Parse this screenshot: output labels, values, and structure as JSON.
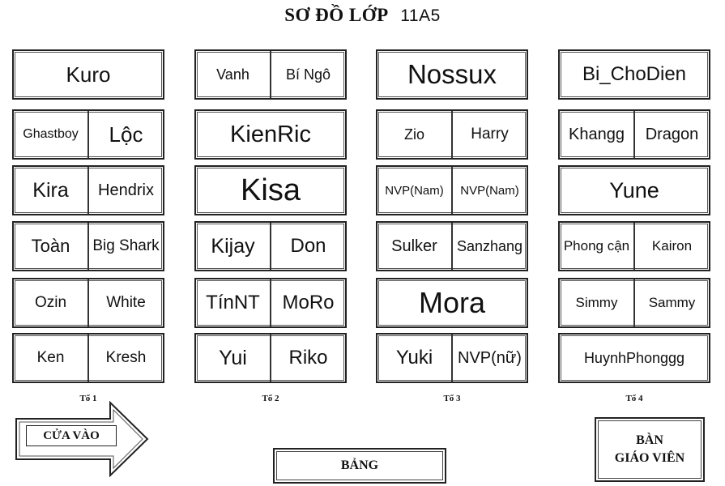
{
  "title": {
    "main": "SƠ ĐỒ LỚP",
    "class_name": "11A5"
  },
  "groups": [
    {
      "label": "Tổ 1",
      "desks": [
        {
          "seats": [
            {
              "name": "Kuro",
              "size": 26
            }
          ]
        },
        {
          "seats": [
            {
              "name": "Ghastboy",
              "size": 16
            },
            {
              "name": "Lộc",
              "size": 26
            }
          ]
        },
        {
          "seats": [
            {
              "name": "Kira",
              "size": 25
            },
            {
              "name": "Hendrix",
              "size": 20
            }
          ]
        },
        {
          "seats": [
            {
              "name": "Toàn",
              "size": 22
            },
            {
              "name": "Big Shark",
              "size": 19
            }
          ]
        },
        {
          "seats": [
            {
              "name": "Ozin",
              "size": 19
            },
            {
              "name": "White",
              "size": 19
            }
          ]
        },
        {
          "seats": [
            {
              "name": "Ken",
              "size": 19
            },
            {
              "name": "Kresh",
              "size": 19
            }
          ]
        }
      ]
    },
    {
      "label": "Tổ 2",
      "desks": [
        {
          "seats": [
            {
              "name": "Vanh",
              "size": 18
            },
            {
              "name": "Bí Ngô",
              "size": 18
            }
          ]
        },
        {
          "seats": [
            {
              "name": "KienRic",
              "size": 29
            }
          ]
        },
        {
          "seats": [
            {
              "name": "Kisa",
              "size": 38
            }
          ]
        },
        {
          "seats": [
            {
              "name": "Kijay",
              "size": 25
            },
            {
              "name": "Don",
              "size": 24
            }
          ]
        },
        {
          "seats": [
            {
              "name": "TínNT",
              "size": 24
            },
            {
              "name": "MoRo",
              "size": 24
            }
          ]
        },
        {
          "seats": [
            {
              "name": "Yui",
              "size": 25
            },
            {
              "name": "Riko",
              "size": 24
            }
          ]
        }
      ]
    },
    {
      "label": "Tổ 3",
      "desks": [
        {
          "seats": [
            {
              "name": "Nossux",
              "size": 33
            }
          ]
        },
        {
          "seats": [
            {
              "name": "Zio",
              "size": 18
            },
            {
              "name": "Harry",
              "size": 19
            }
          ]
        },
        {
          "seats": [
            {
              "name": "NVP(Nam)",
              "size": 15
            },
            {
              "name": "NVP(Nam)",
              "size": 15
            }
          ]
        },
        {
          "seats": [
            {
              "name": "Sulker",
              "size": 20
            },
            {
              "name": "Sanzhang",
              "size": 18
            }
          ]
        },
        {
          "seats": [
            {
              "name": "Mora",
              "size": 36
            }
          ]
        },
        {
          "seats": [
            {
              "name": "Yuki",
              "size": 24
            },
            {
              "name": "NVP(nữ)",
              "size": 20
            }
          ]
        }
      ]
    },
    {
      "label": "Tổ 4",
      "desks": [
        {
          "seats": [
            {
              "name": "Bi_ChoDien",
              "size": 24
            }
          ]
        },
        {
          "seats": [
            {
              "name": "Khangg",
              "size": 20
            },
            {
              "name": "Dragon",
              "size": 20
            }
          ]
        },
        {
          "seats": [
            {
              "name": "Yune",
              "size": 27
            }
          ]
        },
        {
          "seats": [
            {
              "name": "Phong cận",
              "size": 17
            },
            {
              "name": "Kairon",
              "size": 17
            }
          ]
        },
        {
          "seats": [
            {
              "name": "Simmy",
              "size": 17
            },
            {
              "name": "Sammy",
              "size": 17
            }
          ]
        },
        {
          "seats": [
            {
              "name": "HuynhPhonggg",
              "size": 18
            }
          ]
        }
      ]
    }
  ],
  "door": {
    "label": "CỬA VÀO"
  },
  "board": {
    "label": "BẢNG"
  },
  "teacher_desk": {
    "line1": "BÀN",
    "line2": "GIÁO VIÊN"
  }
}
